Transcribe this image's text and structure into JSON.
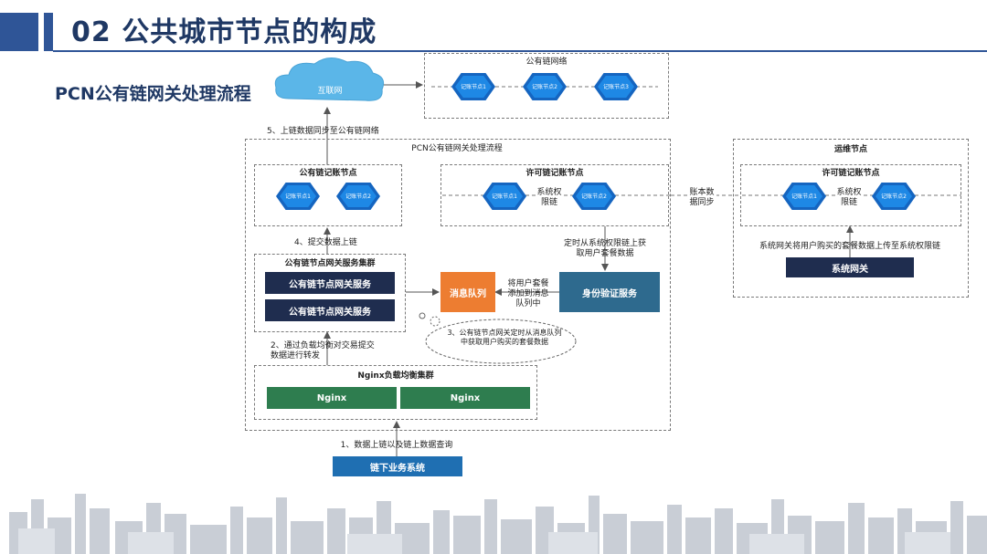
{
  "header": {
    "title": "02 公共城市节点的构成"
  },
  "subtitle": "PCN公有链网关处理流程",
  "diagram": {
    "internet": "互联网",
    "public_network": {
      "title": "公有链网络",
      "nodes": [
        "记账节点1",
        "记账节点2",
        "记账节点3"
      ]
    },
    "step5": "5、上链数据同步至公有链网络",
    "main_flow_title": "PCN公有链网关处理流程",
    "public_ledger": {
      "title": "公有链记账节点",
      "nodes": [
        "记账节点1",
        "记账节点2"
      ]
    },
    "permit_ledger": {
      "title": "许可链记账节点",
      "nodes": [
        "记账节点1",
        "记账节点2"
      ],
      "link": "系统权限链"
    },
    "step4": "4、提交数据上链",
    "gateway_cluster": {
      "title": "公有链节点网关服务集群",
      "services": [
        "公有链节点网关服务",
        "公有链节点网关服务"
      ]
    },
    "message_queue": "消息队列",
    "add_to_queue": "将用户套餐添加到消息队列中",
    "identity_service": "身份验证服务",
    "fetch_permit": "定时从系统权限链上获取用户套餐数据",
    "step3": "3、公有链节点网关定时从消息队列中获取用户购买的套餐数据",
    "step2": "2、通过负载均衡对交易提交数据进行转发",
    "nginx_cluster": {
      "title": "Nginx负载均衡集群",
      "items": [
        "Nginx",
        "Nginx"
      ]
    },
    "step1": "1、数据上链以及链上数据查询",
    "offchain_system": "链下业务系统",
    "ledger_sync": "账本数据同步",
    "ops": {
      "title": "运维节点",
      "permit_title": "许可链记账节点",
      "nodes": [
        "记账节点1",
        "记账节点2"
      ],
      "link": "系统权限链",
      "upload_note": "系统网关将用户购买的套餐数据上传至系统权限链",
      "gateway": "系统网关"
    }
  },
  "colors": {
    "accent": "#2f5597",
    "node": "#1e88e5",
    "navy": "#1f2d4f",
    "green": "#2e7d4f",
    "orange": "#ed7d31"
  }
}
